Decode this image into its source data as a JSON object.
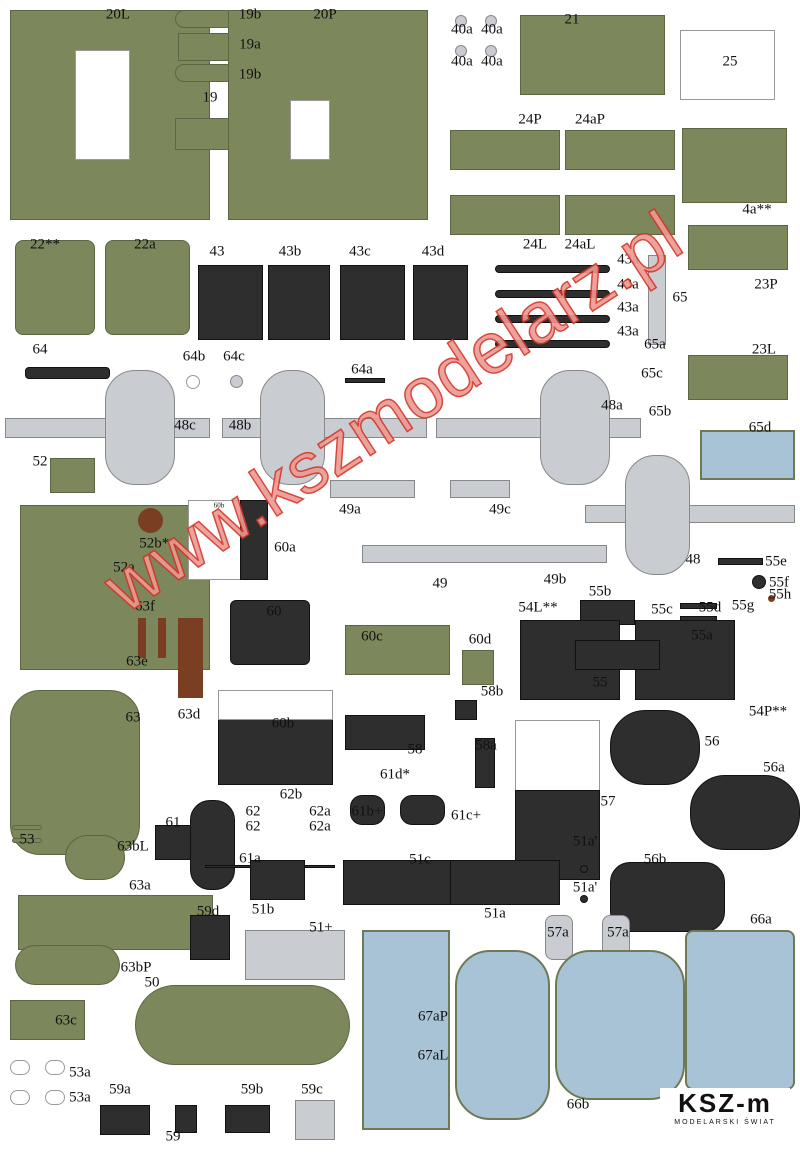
{
  "labels": [
    "20L",
    "19b",
    "19a",
    "19b",
    "19",
    "20P",
    "40a",
    "40a",
    "40a",
    "40a",
    "21",
    "25",
    "24P",
    "24aP",
    "4a**",
    "22**",
    "22a",
    "43",
    "43b",
    "43c",
    "43d",
    "24L",
    "24aL",
    "43a",
    "43a",
    "43a",
    "43a",
    "65",
    "65a",
    "23P",
    "64",
    "64b",
    "64c",
    "64a",
    "23L",
    "65c",
    "65b",
    "48c",
    "48b",
    "48a",
    "65d",
    "52",
    "49a",
    "49c",
    "48",
    "52a",
    "52b**",
    "60a",
    "49",
    "49b",
    "55e",
    "55f",
    "55h",
    "55g",
    "55b",
    "55c",
    "55d",
    "54L**",
    "63f",
    "60",
    "60c",
    "60d",
    "55a",
    "55",
    "54P**",
    "63e",
    "63d",
    "63",
    "60b",
    "58b",
    "58",
    "56",
    "58a",
    "61d*",
    "57",
    "56a",
    "62b",
    "61b+",
    "61c+",
    "62",
    "62a",
    "62",
    "62a",
    "61",
    "53",
    "63bL",
    "61a",
    "51c",
    "51a'",
    "56b",
    "51a'",
    "63a",
    "51b",
    "51a",
    "59d",
    "51+",
    "57a",
    "57a",
    "66a",
    "63bP",
    "50",
    "63c",
    "67aP",
    "67aL",
    "53a",
    "53a",
    "59a",
    "59b",
    "59c",
    "59",
    "66b",
    "60b"
  ],
  "logo": {
    "name": "KSZ-m",
    "subtitle": "MODELARSKI ŚWIAT"
  },
  "watermark": "www.kszmodelarz.pl",
  "colors": {
    "olive": "#7c875c",
    "dark": "#2e2e2e",
    "silver": "#c9cdd2",
    "glass": "#a8c3d6",
    "brown": "#7a3e22",
    "watermark": "#d2362a"
  }
}
